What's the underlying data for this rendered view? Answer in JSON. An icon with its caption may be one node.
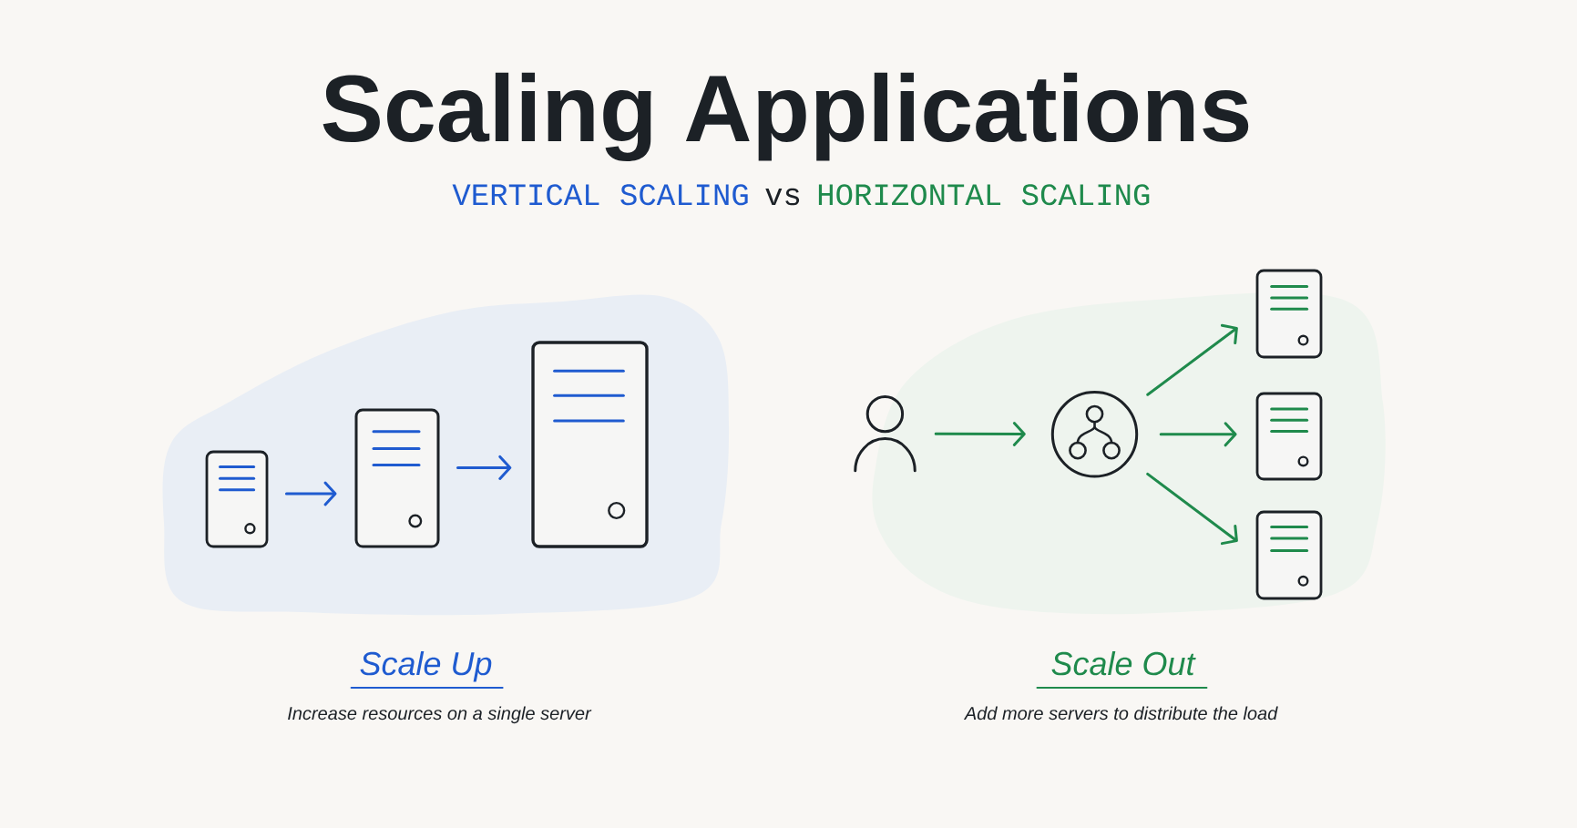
{
  "diagram": {
    "title": "Scaling Applications",
    "nodes": [
      {
        "text": [],
        "shape": "server"
      },
      {
        "text": [],
        "shape": "server"
      },
      {
        "text": [],
        "shape": "server"
      },
      {
        "text": [],
        "shape": "person"
      },
      {
        "text": [],
        "shape": "circle"
      },
      {
        "text": [],
        "shape": "server"
      },
      {
        "text": [],
        "shape": "server"
      },
      {
        "text": [],
        "shape": "server"
      }
    ],
    "edges": [
      {
        "from": 0,
        "to": 1,
        "arrow": "to",
        "color": "#1f5bd0"
      },
      {
        "from": 1,
        "to": 2,
        "arrow": "to",
        "color": "#1f5bd0"
      },
      {
        "from": 3,
        "to": 4,
        "arrow": "to"
      },
      {
        "from": 4,
        "to": 5,
        "arrow": "to"
      },
      {
        "from": 4,
        "to": 6,
        "arrow": "to"
      },
      {
        "from": 4,
        "to": 7,
        "arrow": "to"
      }
    ],
    "labels": [
      "VERTICAL SCALING",
      "vs",
      "HORIZONTAL SCALING",
      "Scale Up",
      "Increase resources on a single server",
      "Scale Out",
      "Add more servers to distribute the load"
    ]
  }
}
